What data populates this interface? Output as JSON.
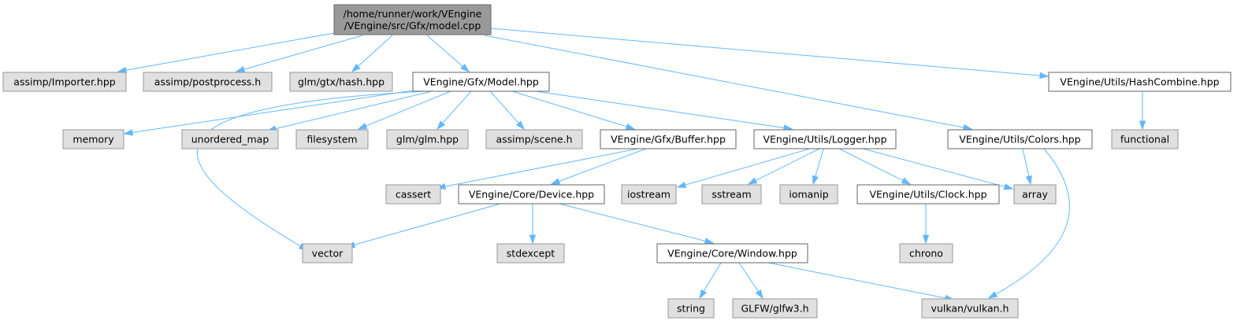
{
  "graph": {
    "nodes": [
      {
        "id": "root",
        "lines": [
          "/home/runner/work/VEngine",
          "/VEngine/src/Gfx/model.cpp"
        ],
        "kind": "root"
      },
      {
        "id": "assimp_importer",
        "lines": [
          "assimp/Importer.hpp"
        ],
        "kind": "external"
      },
      {
        "id": "assimp_postprocess",
        "lines": [
          "assimp/postprocess.h"
        ],
        "kind": "external"
      },
      {
        "id": "glm_hash",
        "lines": [
          "glm/gtx/hash.hpp"
        ],
        "kind": "external"
      },
      {
        "id": "model_hpp",
        "lines": [
          "VEngine/Gfx/Model.hpp"
        ],
        "kind": "project"
      },
      {
        "id": "hashcombine",
        "lines": [
          "VEngine/Utils/HashCombine.hpp"
        ],
        "kind": "project"
      },
      {
        "id": "memory",
        "lines": [
          "memory"
        ],
        "kind": "external"
      },
      {
        "id": "unordered_map",
        "lines": [
          "unordered_map"
        ],
        "kind": "external"
      },
      {
        "id": "filesystem",
        "lines": [
          "filesystem"
        ],
        "kind": "external"
      },
      {
        "id": "glm_glm",
        "lines": [
          "glm/glm.hpp"
        ],
        "kind": "external"
      },
      {
        "id": "assimp_scene",
        "lines": [
          "assimp/scene.h"
        ],
        "kind": "external"
      },
      {
        "id": "buffer",
        "lines": [
          "VEngine/Gfx/Buffer.hpp"
        ],
        "kind": "project"
      },
      {
        "id": "logger",
        "lines": [
          "VEngine/Utils/Logger.hpp"
        ],
        "kind": "project"
      },
      {
        "id": "colors",
        "lines": [
          "VEngine/Utils/Colors.hpp"
        ],
        "kind": "project"
      },
      {
        "id": "functional",
        "lines": [
          "functional"
        ],
        "kind": "external"
      },
      {
        "id": "cassert",
        "lines": [
          "cassert"
        ],
        "kind": "external"
      },
      {
        "id": "device",
        "lines": [
          "VEngine/Core/Device.hpp"
        ],
        "kind": "project"
      },
      {
        "id": "iostream",
        "lines": [
          "iostream"
        ],
        "kind": "external"
      },
      {
        "id": "sstream",
        "lines": [
          "sstream"
        ],
        "kind": "external"
      },
      {
        "id": "iomanip",
        "lines": [
          "iomanip"
        ],
        "kind": "external"
      },
      {
        "id": "clock",
        "lines": [
          "VEngine/Utils/Clock.hpp"
        ],
        "kind": "project"
      },
      {
        "id": "array",
        "lines": [
          "array"
        ],
        "kind": "external"
      },
      {
        "id": "vector",
        "lines": [
          "vector"
        ],
        "kind": "external"
      },
      {
        "id": "stdexcept",
        "lines": [
          "stdexcept"
        ],
        "kind": "external"
      },
      {
        "id": "window",
        "lines": [
          "VEngine/Core/Window.hpp"
        ],
        "kind": "project"
      },
      {
        "id": "chrono",
        "lines": [
          "chrono"
        ],
        "kind": "external"
      },
      {
        "id": "string",
        "lines": [
          "string"
        ],
        "kind": "external"
      },
      {
        "id": "glfw",
        "lines": [
          "GLFW/glfw3.h"
        ],
        "kind": "external"
      },
      {
        "id": "vulkan",
        "lines": [
          "vulkan/vulkan.h"
        ],
        "kind": "external"
      }
    ],
    "edges": [
      [
        "root",
        "assimp_importer"
      ],
      [
        "root",
        "assimp_postprocess"
      ],
      [
        "root",
        "glm_hash"
      ],
      [
        "root",
        "model_hpp"
      ],
      [
        "root",
        "colors"
      ],
      [
        "root",
        "hashcombine"
      ],
      [
        "model_hpp",
        "memory"
      ],
      [
        "model_hpp",
        "vector"
      ],
      [
        "model_hpp",
        "unordered_map"
      ],
      [
        "model_hpp",
        "filesystem"
      ],
      [
        "model_hpp",
        "glm_glm"
      ],
      [
        "model_hpp",
        "assimp_scene"
      ],
      [
        "model_hpp",
        "buffer"
      ],
      [
        "model_hpp",
        "logger"
      ],
      [
        "hashcombine",
        "functional"
      ],
      [
        "buffer",
        "cassert"
      ],
      [
        "buffer",
        "device"
      ],
      [
        "logger",
        "iostream"
      ],
      [
        "logger",
        "sstream"
      ],
      [
        "logger",
        "iomanip"
      ],
      [
        "logger",
        "clock"
      ],
      [
        "logger",
        "array"
      ],
      [
        "colors",
        "array"
      ],
      [
        "colors",
        "vulkan"
      ],
      [
        "device",
        "vector"
      ],
      [
        "device",
        "stdexcept"
      ],
      [
        "device",
        "window"
      ],
      [
        "clock",
        "chrono"
      ],
      [
        "window",
        "string"
      ],
      [
        "window",
        "glfw"
      ],
      [
        "window",
        "vulkan"
      ]
    ],
    "colors": {
      "root_fill": "#999999",
      "root_stroke": "#666666",
      "project_fill": "#ffffff",
      "project_stroke": "#666666",
      "external_fill": "#e0e0e0",
      "external_stroke": "#999999",
      "edge": "#63b8ff"
    }
  }
}
